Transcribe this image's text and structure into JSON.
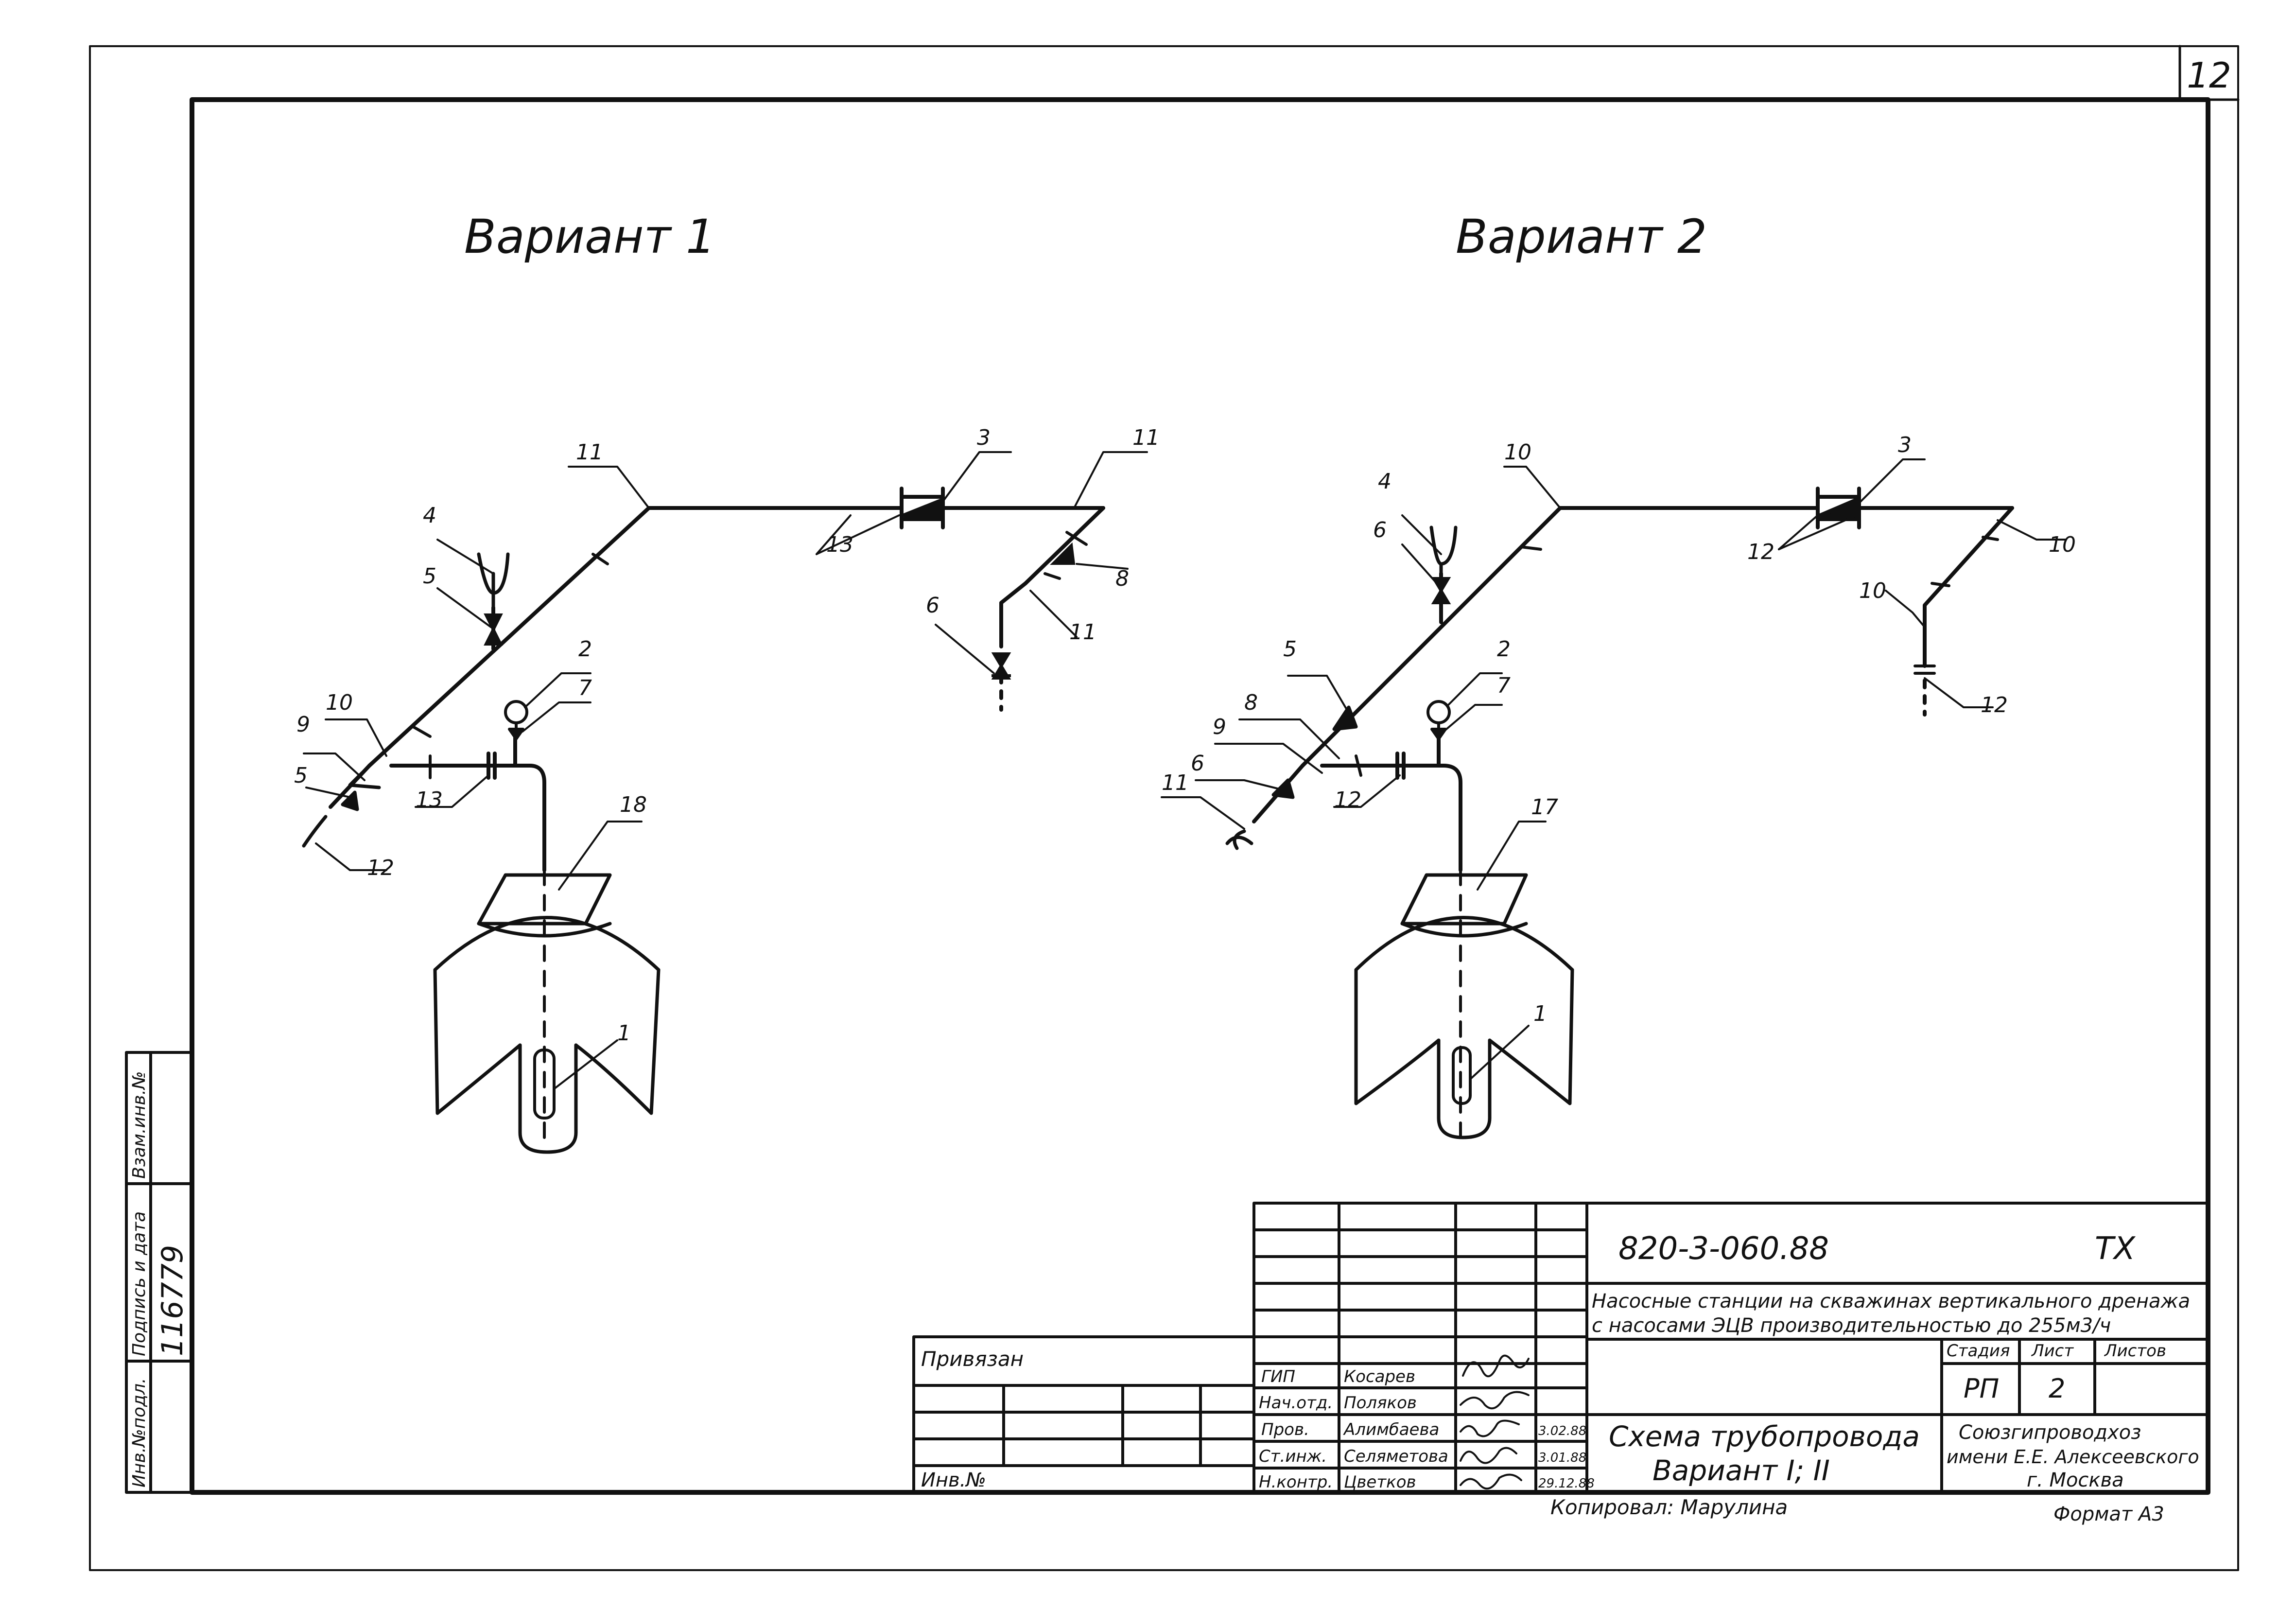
{
  "sheet": {
    "page_number": "12"
  },
  "variant1": {
    "title": "Вариант 1",
    "labels": [
      "11",
      "3",
      "11",
      "13",
      "8",
      "4",
      "5",
      "6",
      "11",
      "2",
      "7",
      "10",
      "9",
      "5",
      "13",
      "12",
      "18",
      "1"
    ]
  },
  "variant2": {
    "title": "Вариант 2",
    "labels": [
      "10",
      "3",
      "4",
      "6",
      "12",
      "10",
      "10",
      "5",
      "2",
      "7",
      "8",
      "9",
      "6",
      "12",
      "11",
      "12",
      "17",
      "1"
    ]
  },
  "side_stamp": {
    "inv_podl": "Инв.№подл.",
    "podpis_data": "Подпись и дата",
    "vzam_inv": "Взам.инв.№",
    "inv_value": "116779"
  },
  "privyazan": {
    "label": "Привязан",
    "inv": "Инв.№"
  },
  "title_block": {
    "doc_code": "820-3-060.88",
    "doc_mark": "ТХ",
    "description_line1": "Насосные станции на скважинах вертикального дренажа",
    "description_line2": "с насосами ЭЦВ производительностью до 255м3/ч",
    "stage_header": "Стадия",
    "sheet_header": "Лист",
    "sheets_header": "Листов",
    "stage": "РП",
    "sheet": "2",
    "sheets": "",
    "drawing_title_line1": "Схема трубопровода",
    "drawing_title_line2": "Вариант I; II",
    "org_line1": "Союзгипроводхоз",
    "org_line2": "имени Е.Е. Алексеевского",
    "org_line3": "г. Москва",
    "roles": [
      "ГИП",
      "Нач.отд.",
      "Пров.",
      "Ст.инж.",
      "Н.контр."
    ],
    "names": [
      "Косарев",
      "Поляков",
      "Алимбаева",
      "Селяметова",
      "Цветков"
    ],
    "dates": [
      "",
      "",
      "3.02.88",
      "3.01.88",
      "29.12.88"
    ]
  },
  "footer": {
    "copied": "Копировал: Марулина",
    "format": "Формат А3"
  }
}
